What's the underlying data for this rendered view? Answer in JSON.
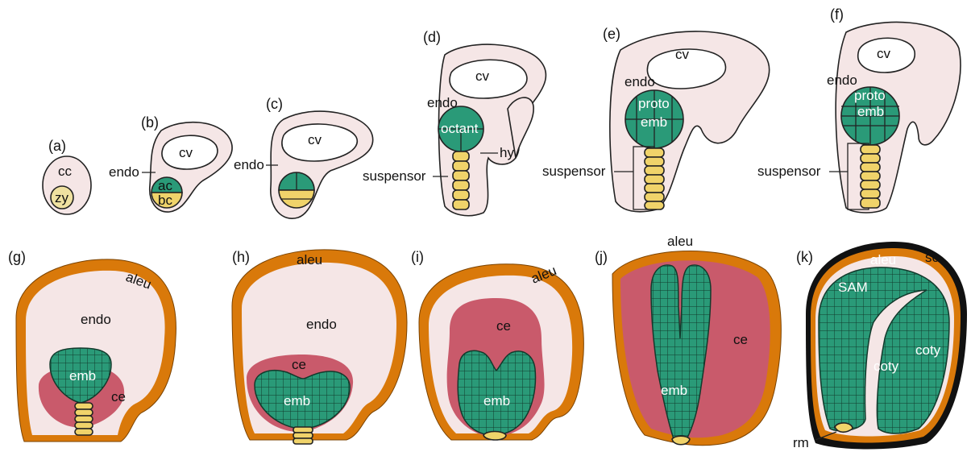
{
  "colors": {
    "seed": "#f5e6e6",
    "embryo": "#2a9a78",
    "cell_line": "#123a2c",
    "suspensor": "#f0d36a",
    "zygote": "#efe1a0",
    "aleurone": "#d9790a",
    "cellular_endosperm": "#c95a6b",
    "seed_coat": "#111111"
  },
  "panels": {
    "a": {
      "tag": "(a)",
      "cc": "cc",
      "zy": "zy"
    },
    "b": {
      "tag": "(b)",
      "cv": "cv",
      "endo": "endo",
      "ac": "ac",
      "bc": "bc"
    },
    "c": {
      "tag": "(c)",
      "cv": "cv",
      "endo": "endo"
    },
    "d": {
      "tag": "(d)",
      "cv": "cv",
      "endo": "endo",
      "octant": "octant",
      "hy": "hy",
      "suspensor": "suspensor"
    },
    "e": {
      "tag": "(e)",
      "cv": "cv",
      "endo": "endo",
      "proto": "proto",
      "emb": "emb",
      "suspensor": "suspensor"
    },
    "f": {
      "tag": "(f)",
      "cv": "cv",
      "endo": "endo",
      "proto": "proto",
      "emb": "emb",
      "suspensor": "suspensor"
    },
    "g": {
      "tag": "(g)",
      "aleu": "aleu",
      "endo": "endo",
      "emb": "emb",
      "ce": "ce"
    },
    "h": {
      "tag": "(h)",
      "aleu": "aleu",
      "endo": "endo",
      "ce": "ce",
      "emb": "emb"
    },
    "i": {
      "tag": "(i)",
      "aleu": "aleu",
      "ce": "ce",
      "emb": "emb"
    },
    "j": {
      "tag": "(j)",
      "aleu": "aleu",
      "ce": "ce",
      "emb": "emb"
    },
    "k": {
      "tag": "(k)",
      "sc": "sc",
      "aleu": "aleu",
      "sam": "SAM",
      "coty1": "coty",
      "coty2": "coty",
      "rm": "rm"
    }
  }
}
